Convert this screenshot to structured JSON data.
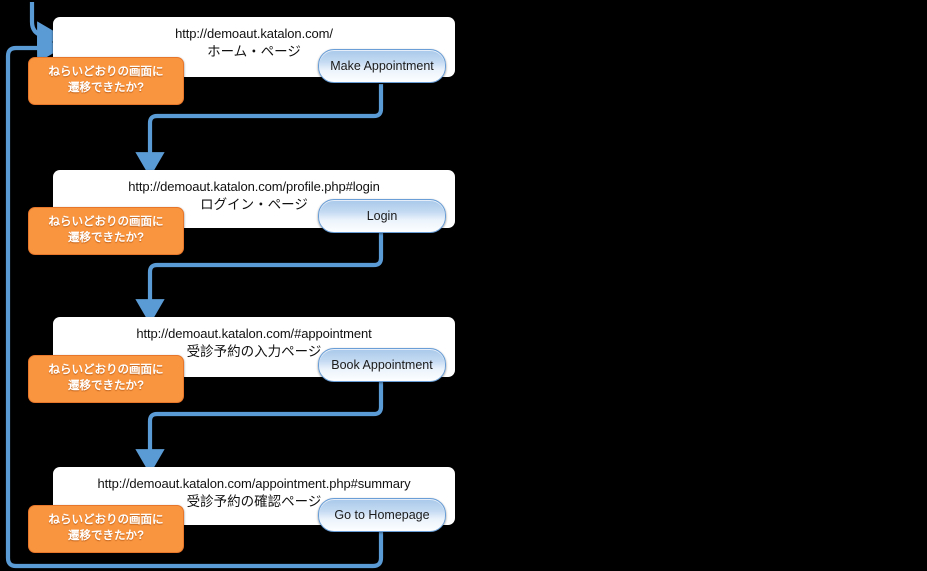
{
  "diagram": {
    "title": "Katalon demo site page transition flow",
    "colors": {
      "background": "#000000",
      "node_fill": "#ffffff",
      "callout_fill": "#f9953f",
      "callout_border": "#e8762a",
      "connector": "#5b9bd5",
      "button_border": "#6a9ed6"
    },
    "callout_label": "ねらいどおりの画面に\n遷移できたか?",
    "nodes": [
      {
        "url": "http://demoaut.katalon.com/",
        "page_name": "ホーム・ページ",
        "button": "Make Appointment",
        "callout": "ねらいどおりの画面に\n遷移できたか?"
      },
      {
        "url": "http://demoaut.katalon.com/profile.php#login",
        "page_name": "ログイン・ページ",
        "button": "Login",
        "callout": "ねらいどおりの画面に\n遷移できたか?"
      },
      {
        "url": "http://demoaut.katalon.com/#appointment",
        "page_name": "受診予約の入力ページ",
        "button": "Book Appointment",
        "callout": "ねらいどおりの画面に\n遷移できたか?"
      },
      {
        "url": "http://demoaut.katalon.com/appointment.php#summary",
        "page_name": "受診予約の確認ページ",
        "button": "Go to Homepage",
        "callout": "ねらいどおりの画面に\n遷移できたか?"
      }
    ]
  }
}
